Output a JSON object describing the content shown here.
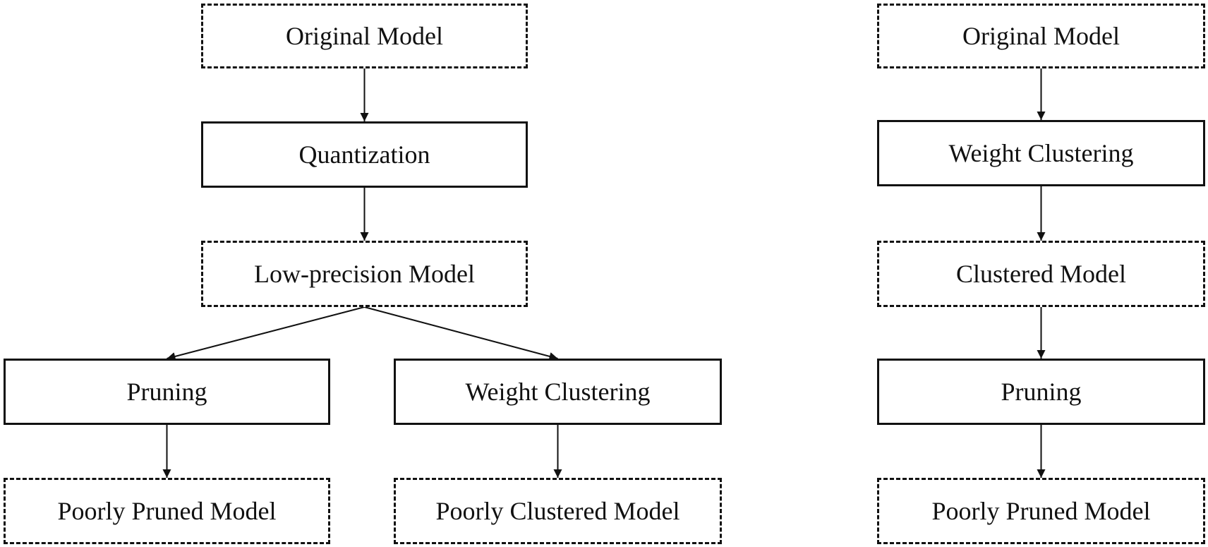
{
  "diagram": {
    "left_flow": {
      "original_model": "Original Model",
      "quantization": "Quantization",
      "low_precision_model": "Low-precision Model",
      "pruning": "Pruning",
      "weight_clustering": "Weight Clustering",
      "poorly_pruned_model": "Poorly Pruned Model",
      "poorly_clustered_model": "Poorly Clustered Model"
    },
    "right_flow": {
      "original_model": "Original Model",
      "weight_clustering": "Weight Clustering",
      "clustered_model": "Clustered Model",
      "pruning": "Pruning",
      "poorly_pruned_model": "Poorly Pruned Model"
    },
    "edges": [
      {
        "from": "left-original-model",
        "to": "left-quantization"
      },
      {
        "from": "left-quantization",
        "to": "left-low-precision-model"
      },
      {
        "from": "left-low-precision-model",
        "to": "left-pruning"
      },
      {
        "from": "left-low-precision-model",
        "to": "left-weight-clustering"
      },
      {
        "from": "left-pruning",
        "to": "left-poorly-pruned-model"
      },
      {
        "from": "left-weight-clustering",
        "to": "left-poorly-clustered-model"
      },
      {
        "from": "right-original-model",
        "to": "right-weight-clustering"
      },
      {
        "from": "right-weight-clustering",
        "to": "right-clustered-model"
      },
      {
        "from": "right-clustered-model",
        "to": "right-pruning"
      },
      {
        "from": "right-pruning",
        "to": "right-poorly-pruned-model"
      }
    ],
    "colors": {
      "stroke": "#111111",
      "background": "#ffffff"
    }
  }
}
